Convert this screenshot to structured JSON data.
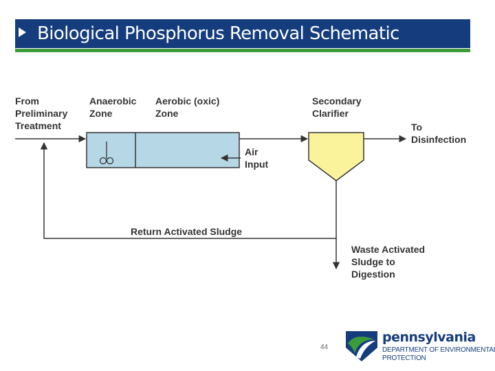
{
  "slide": {
    "title": "Biological Phosphorus Removal Schematic",
    "page_number": "44"
  },
  "diagram": {
    "labels": {
      "from_preliminary": [
        "From",
        "Preliminary",
        "Treatment"
      ],
      "anaerobic_zone": [
        "Anaerobic",
        "Zone"
      ],
      "aerobic_zone": [
        "Aerobic (oxic)",
        "Zone"
      ],
      "secondary_clarifier": [
        "Secondary",
        "Clarifier"
      ],
      "to_disinfection": [
        "To",
        "Disinfection"
      ],
      "air_input": [
        "Air",
        "Input"
      ],
      "return_activated_sludge": "Return Activated Sludge",
      "waste_activated_sludge": [
        "Waste Activated",
        "Sludge to",
        "Digestion"
      ]
    },
    "colors": {
      "tank_fill": "#b6d7e6",
      "clarifier_fill": "#fbf39c",
      "line": "#333333"
    }
  },
  "logo": {
    "wordmark": "pennsylvania",
    "department": "DEPARTMENT OF ENVIRONMENTAL",
    "protection": "PROTECTION",
    "colors": {
      "navy": "#153d7e",
      "green": "#3c9c3a"
    }
  }
}
